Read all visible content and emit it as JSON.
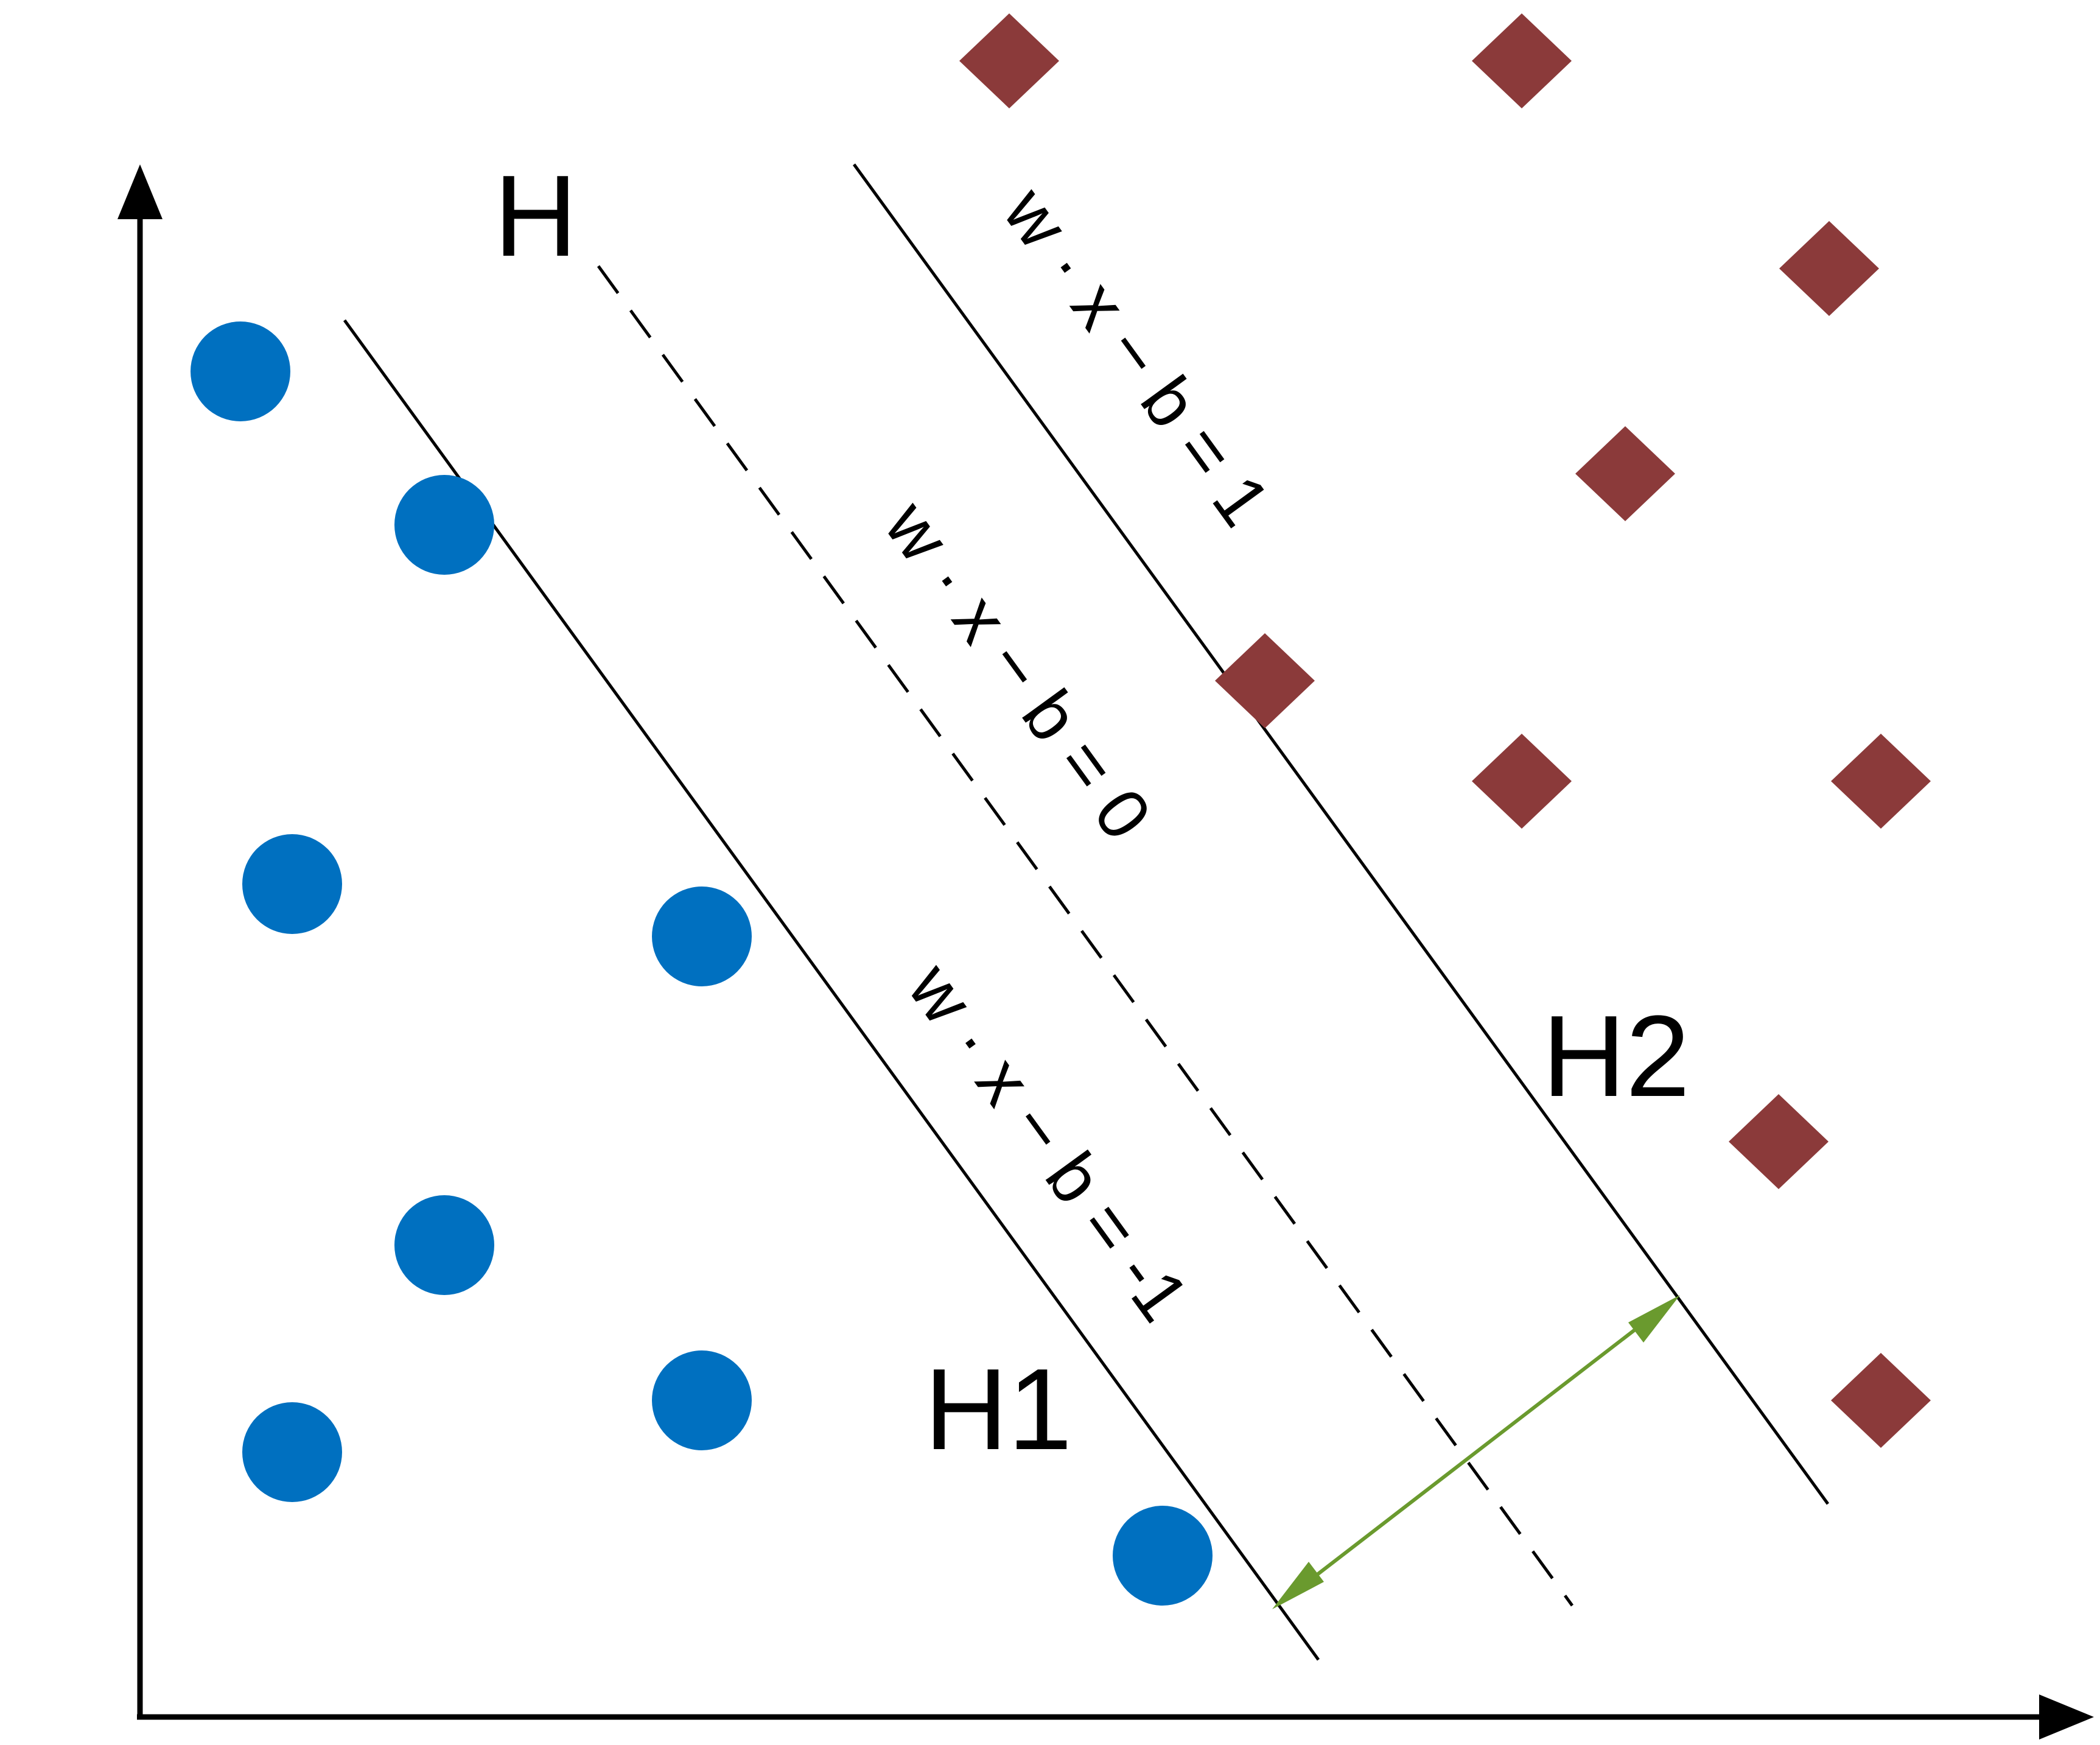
{
  "labels": {
    "H": "H",
    "H1": "H1",
    "H2": "H2",
    "eq_upper": "w · x − b = 1",
    "eq_middle": "w · x − b = 0",
    "eq_lower": "w · x − b = -1"
  },
  "colors": {
    "class_a": "#0070c0",
    "class_b": "#8b3a3a",
    "margin_arrow": "#6a9a2e",
    "lines": "#000000"
  },
  "shapes": {
    "class_a": "circle",
    "class_b": "diamond"
  }
}
